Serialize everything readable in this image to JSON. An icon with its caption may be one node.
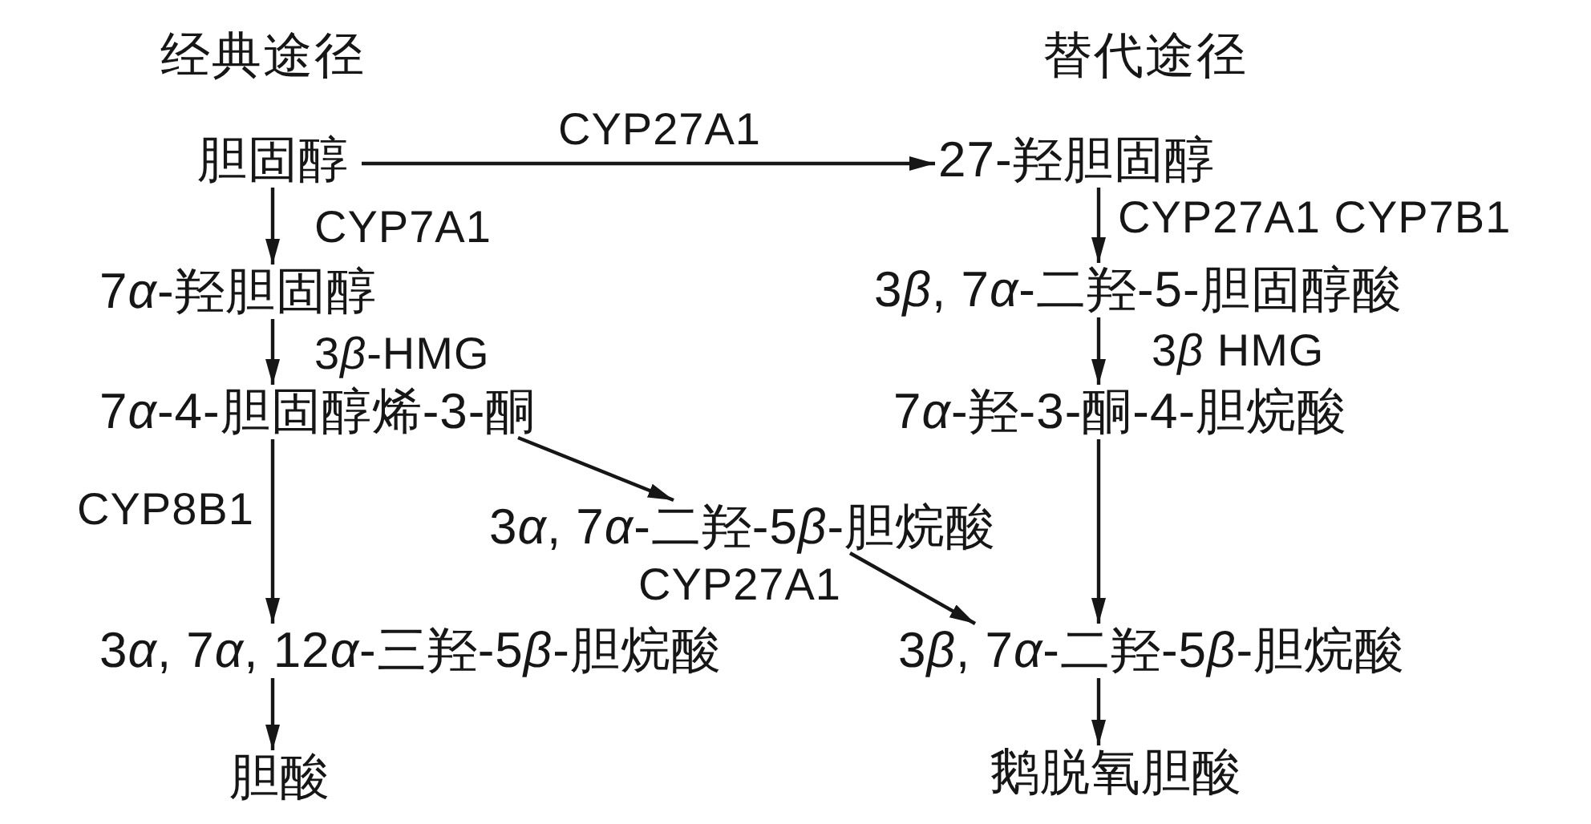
{
  "diagram": {
    "nodes": [
      {
        "text": [
          "胆固醇"
        ]
      },
      {
        "text": [
          "7α-羟胆固醇"
        ]
      },
      {
        "text": [
          "7α-4-胆固醇烯-3-酮"
        ]
      },
      {
        "text": [
          "3α, 7α, 12α-三羟-5β-胆烷酸"
        ]
      },
      {
        "text": [
          "胆酸"
        ]
      },
      {
        "text": [
          "27-羟胆固醇"
        ]
      },
      {
        "text": [
          "3β, 7α-二羟-5-胆固醇酸"
        ]
      },
      {
        "text": [
          "7α-羟-3-酮-4-胆烷酸"
        ]
      },
      {
        "text": [
          "3α, 7α-二羟-5β-胆烷酸"
        ]
      },
      {
        "text": [
          "3β, 7α-二羟-5β-胆烷酸"
        ]
      },
      {
        "text": [
          "鹅脱氧胆酸"
        ]
      }
    ],
    "edges": [
      {
        "from": 0,
        "to": 5,
        "arrow": "to",
        "label": "CYP27A1"
      },
      {
        "from": 0,
        "to": 1,
        "arrow": "to",
        "label": "CYP7A1"
      },
      {
        "from": 1,
        "to": 2,
        "arrow": "to",
        "label": "3β-HMG"
      },
      {
        "from": 2,
        "to": 3,
        "arrow": "to",
        "label": "CYP8B1"
      },
      {
        "from": 3,
        "to": 4,
        "arrow": "to"
      },
      {
        "from": 5,
        "to": 6,
        "arrow": "to",
        "label": "CYP27A1 CYP7B1"
      },
      {
        "from": 6,
        "to": 7,
        "arrow": "to",
        "label": "3β HMG"
      },
      {
        "from": 7,
        "to": 9,
        "arrow": "to"
      },
      {
        "from": 2,
        "to": 8,
        "arrow": "to"
      },
      {
        "from": 8,
        "to": 9,
        "arrow": "to",
        "label": "CYP27A1"
      },
      {
        "from": 9,
        "to": 10,
        "arrow": "to"
      }
    ],
    "labels": [
      "经典途径",
      "替代途径"
    ]
  }
}
